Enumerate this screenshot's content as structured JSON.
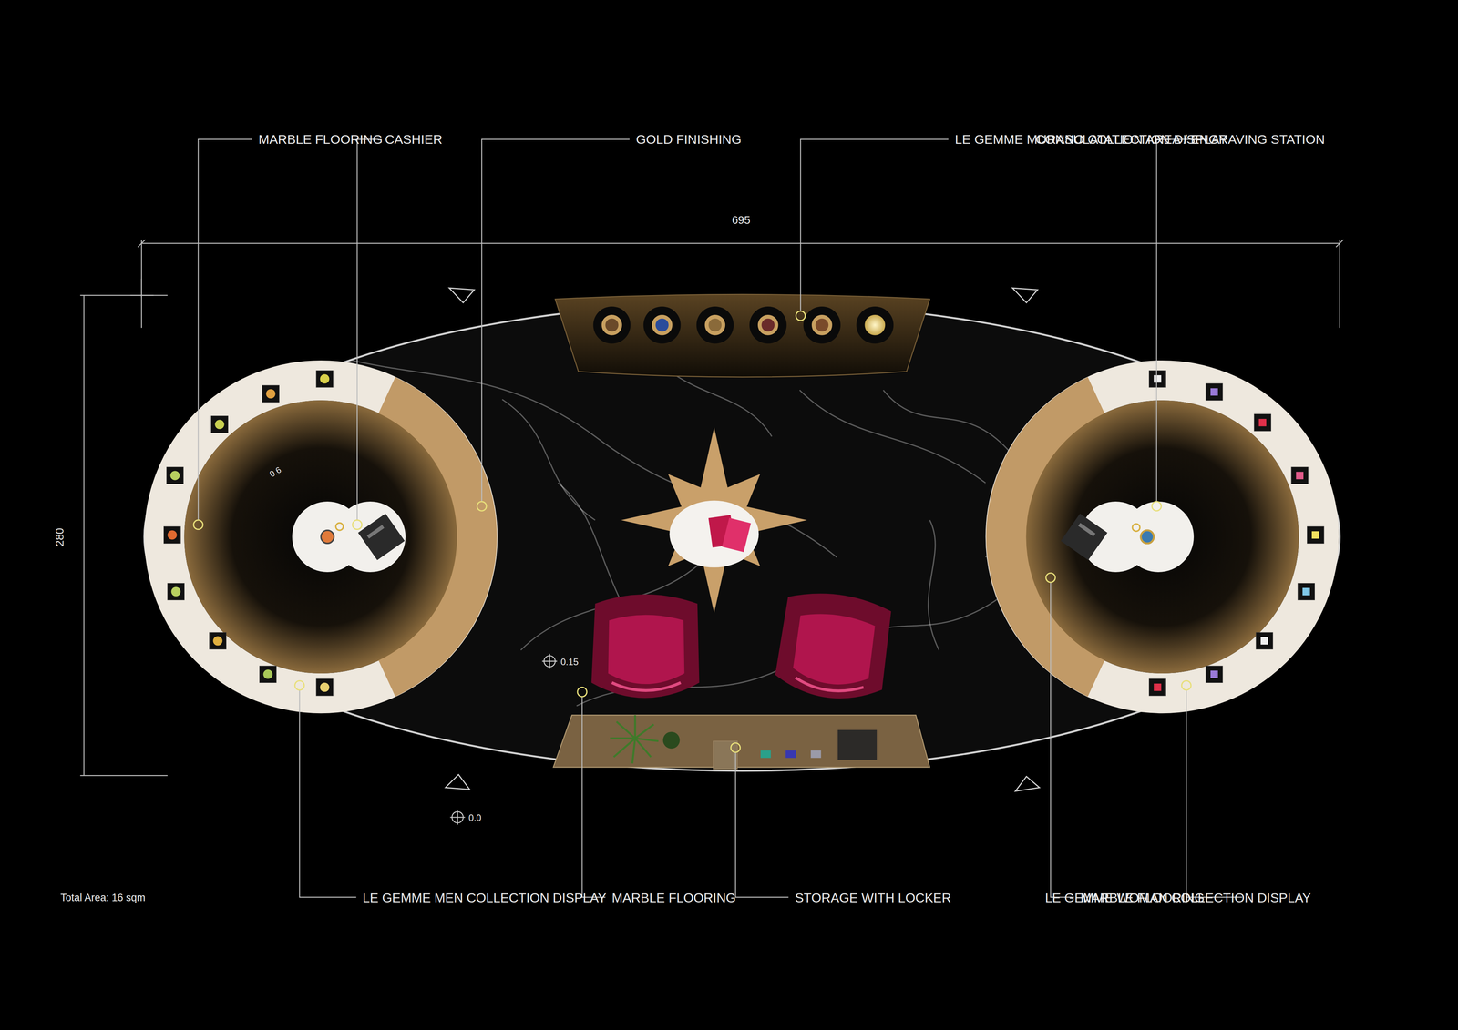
{
  "diagram": {
    "labels": [
      "MARBLE FLOORING",
      "CASHIER",
      "GOLD FINISHING",
      "LE GEMME MURANO COLLECTION DISPLAY",
      "CONSULATATION AREA / ENGRAVING STATION",
      "695",
      "280",
      "0.6",
      "0.15",
      "0.0",
      "Total Area: 16 sqm",
      "LE GEMME MEN COLLECTION DISPLAY",
      "MARBLE FLOORING",
      "STORAGE WITH LOCKER",
      "MARBLE FLOORING",
      "LE GEMME WOMAN COLLECTION DISPLAY"
    ]
  }
}
